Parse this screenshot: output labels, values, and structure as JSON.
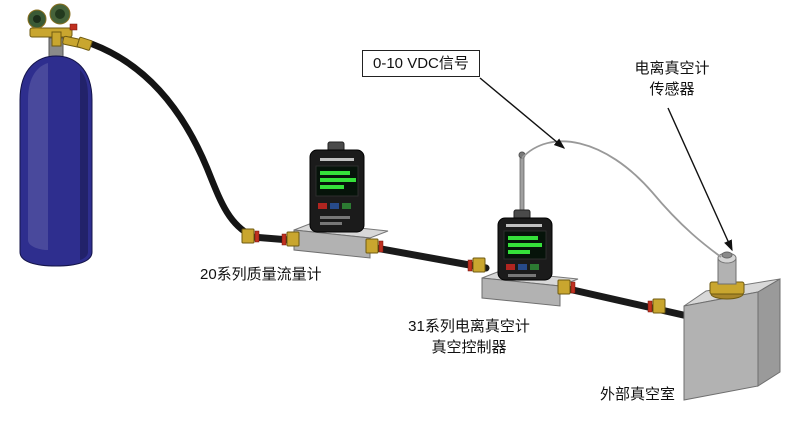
{
  "diagram": {
    "background": "#ffffff",
    "labels": {
      "vdc_signal": "0-10 VDC信号",
      "sensor_line1": "电离真空计",
      "sensor_line2": "传感器",
      "flow_meter": "20系列质量流量计",
      "controller_line1": "31系列电离真空计",
      "controller_line2": "真空控制器",
      "chamber": "外部真空室"
    },
    "colors": {
      "cylinder_blue": "#2e2e8e",
      "brass": "#c9a62f",
      "fitting_red": "#c03020",
      "device_black": "#1b1b1b",
      "display_green": "#35e03a",
      "metal_gray": "#b2b2b2",
      "line_black": "#1a1a1a"
    },
    "components": [
      {
        "name": "gas-cylinder-icon"
      },
      {
        "name": "regulator-valve-icon"
      },
      {
        "name": "series-20-mass-flow-meter-icon"
      },
      {
        "name": "series-31-vacuum-controller-icon"
      },
      {
        "name": "signal-cable-icon"
      },
      {
        "name": "ion-gauge-sensor-icon"
      },
      {
        "name": "external-vacuum-chamber-icon"
      }
    ]
  }
}
